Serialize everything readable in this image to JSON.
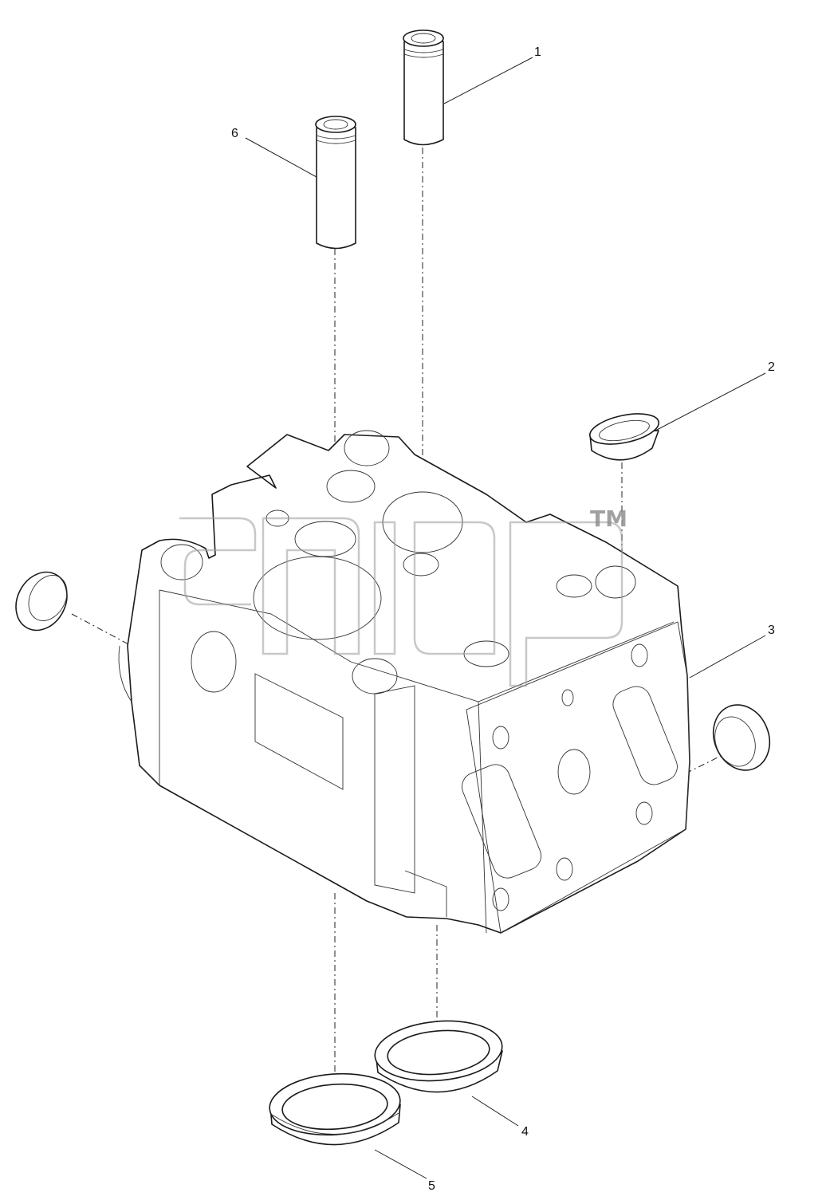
{
  "callouts": [
    {
      "label": "1"
    },
    {
      "label": "2"
    },
    {
      "label": "3"
    },
    {
      "label": "4"
    },
    {
      "label": "5"
    },
    {
      "label": "6"
    }
  ],
  "watermark": {
    "text": "",
    "tm": "TM"
  }
}
